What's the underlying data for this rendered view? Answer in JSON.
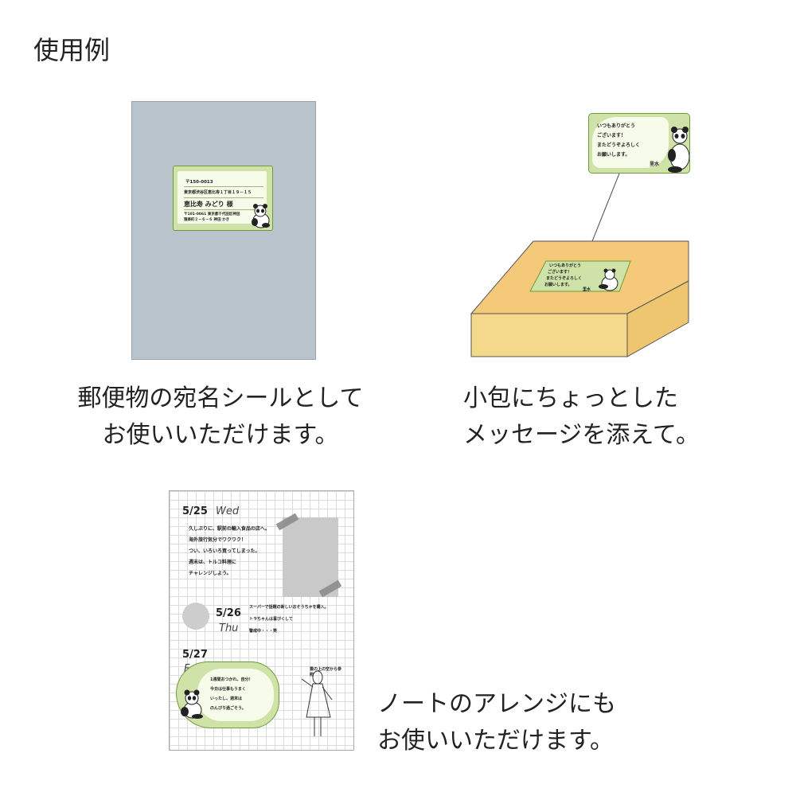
{
  "page_title": "使用例",
  "captions": {
    "envelope_line1": "郵便物の宛名シールとして",
    "envelope_line2": "お使いいただけます。",
    "package_line1": "小包にちょっとした",
    "package_line2": "メッセージを添えて。",
    "note_line1": "ノートのアレンジにも",
    "note_line2": "お使いいただけます。"
  },
  "address_label": {
    "postal_to": "〒150-0013",
    "address_to": "東京都渋谷区恵比寿１丁目１９－１５",
    "name_to": "恵比寿 みどり 様",
    "postal_from": "〒101-0061 東京都千代田区神田",
    "address_from": "猿楽町２－６－６ 神田 かき"
  },
  "message_label": {
    "line1": "いつもありがとう",
    "line2": "ございます！",
    "line3": "またどうぞよろしく",
    "line4": "お願いします。",
    "signature": "里水"
  },
  "box_label": {
    "line1": "いつもありがとう",
    "line2": "ございます！",
    "line3": "またどうぞよろしく",
    "line4": "お願いします。",
    "signature": "里水"
  },
  "note": {
    "entry1": {
      "date": "5/25",
      "weekday": "Wed",
      "lines": [
        "久しぶりに、駅前の輸入食品の店へ。",
        "海外旅行気分でワクワク！",
        "つい、いろいろ買ってしまった。",
        "週末は、トルコ料理に",
        "チャレンジしよう。"
      ]
    },
    "entry2": {
      "date": "5/26",
      "weekday": "Thu",
      "lines": [
        "スーパーで話題の新しいおそうちゃを購入。",
        "トラちゃんは喜びくして",
        "警戒中・・・笑"
      ]
    },
    "entry3": {
      "date": "5/27",
      "weekday": "Fri",
      "lines": [
        "1週間おつかれ、自分！",
        "今日は仕事もうまく",
        "いったし、週末は",
        "のんびり過ごそう。"
      ]
    },
    "sketch_caption": "雲の上の空から参照"
  },
  "colors": {
    "envelope": "#bac4cc",
    "box_top": "#f5c97a",
    "box_side": "#f4d98a",
    "label_green": "#cfe3a8",
    "label_border": "#6f9a3c"
  }
}
